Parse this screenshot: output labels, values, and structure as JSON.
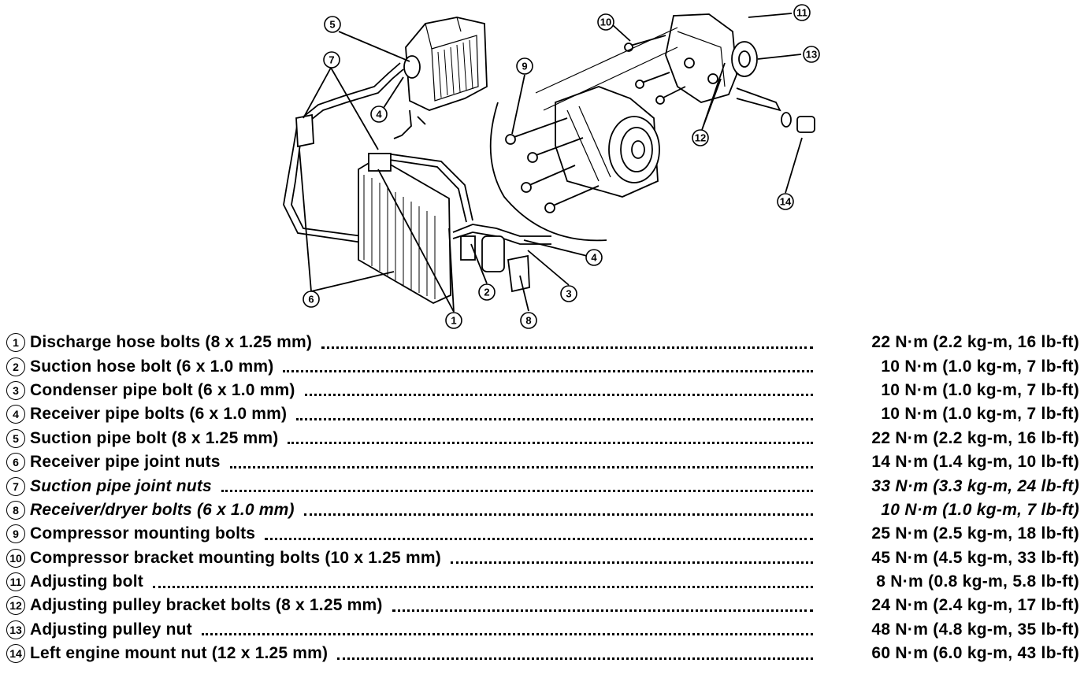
{
  "callouts": [
    {
      "id": "c1",
      "label": "1"
    },
    {
      "id": "c2",
      "label": "2"
    },
    {
      "id": "c3",
      "label": "3"
    },
    {
      "id": "c4a",
      "label": "4"
    },
    {
      "id": "c4b",
      "label": "4"
    },
    {
      "id": "c5",
      "label": "5"
    },
    {
      "id": "c6",
      "label": "6"
    },
    {
      "id": "c7",
      "label": "7"
    },
    {
      "id": "c8",
      "label": "8"
    },
    {
      "id": "c9",
      "label": "9"
    },
    {
      "id": "c10",
      "label": "10"
    },
    {
      "id": "c11",
      "label": "11"
    },
    {
      "id": "c12",
      "label": "12"
    },
    {
      "id": "c13",
      "label": "13"
    },
    {
      "id": "c14",
      "label": "14"
    }
  ],
  "specs": [
    {
      "num": "1",
      "label": "Discharge hose bolts (8 x 1.25 mm)",
      "value": "22 N·m (2.2 kg-m, 16 lb-ft)",
      "italic": false
    },
    {
      "num": "2",
      "label": "Suction hose bolt (6 x 1.0 mm)",
      "value": "10 N·m (1.0 kg-m, 7 lb-ft)",
      "italic": false
    },
    {
      "num": "3",
      "label": "Condenser pipe bolt (6 x 1.0 mm)",
      "value": "10 N·m (1.0 kg-m, 7 lb-ft)",
      "italic": false
    },
    {
      "num": "4",
      "label": "Receiver pipe bolts (6 x 1.0 mm)",
      "value": "10 N·m (1.0 kg-m, 7 lb-ft)",
      "italic": false
    },
    {
      "num": "5",
      "label": "Suction pipe bolt (8 x 1.25 mm)",
      "value": "22 N·m (2.2 kg-m, 16 lb-ft)",
      "italic": false
    },
    {
      "num": "6",
      "label": "Receiver pipe joint nuts",
      "value": "14 N·m (1.4 kg-m, 10 lb-ft)",
      "italic": false
    },
    {
      "num": "7",
      "label": "Suction pipe joint nuts",
      "value": "33 N·m (3.3 kg-m, 24 lb-ft)",
      "italic": true
    },
    {
      "num": "8",
      "label": "Receiver/dryer bolts (6 x 1.0 mm)",
      "value": "10 N·m (1.0 kg-m, 7 lb-ft)",
      "italic": true
    },
    {
      "num": "9",
      "label": "Compressor mounting bolts",
      "value": "25 N·m (2.5 kg-m, 18 lb-ft)",
      "italic": false
    },
    {
      "num": "10",
      "label": "Compressor bracket mounting bolts (10 x 1.25 mm)",
      "value": "45 N·m (4.5 kg-m, 33 lb-ft)",
      "italic": false
    },
    {
      "num": "11",
      "label": "Adjusting bolt",
      "value": "8 N·m (0.8 kg-m, 5.8 lb-ft)",
      "italic": false
    },
    {
      "num": "12",
      "label": "Adjusting pulley bracket bolts (8 x 1.25 mm)",
      "value": "24 N·m (2.4 kg-m, 17 lb-ft)",
      "italic": false
    },
    {
      "num": "13",
      "label": "Adjusting pulley nut",
      "value": "48 N·m (4.8 kg-m, 35 lb-ft)",
      "italic": false
    },
    {
      "num": "14",
      "label": "Left engine mount nut (12 x 1.25 mm)",
      "value": "60 N·m (6.0 kg-m, 43 lb-ft)",
      "italic": false
    }
  ]
}
